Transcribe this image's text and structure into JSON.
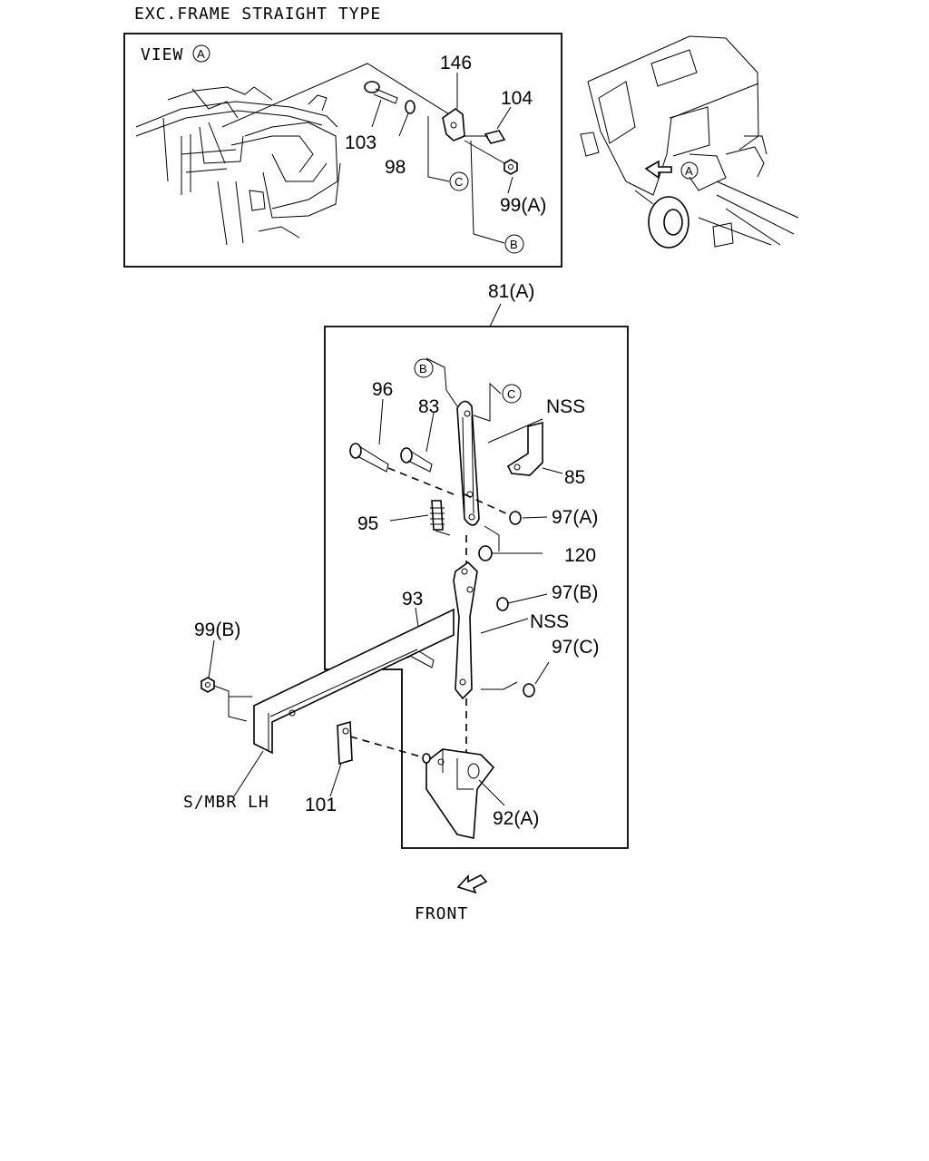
{
  "header": {
    "title": "EXC.FRAME STRAIGHT TYPE"
  },
  "view_box": {
    "title": "VIEW",
    "view_marker": "A",
    "labels": {
      "p146": "146",
      "p104": "104",
      "p103": "103",
      "p98": "98",
      "p99a": "99(A)",
      "marker_c": "C",
      "marker_b": "B"
    }
  },
  "truck_inset": {
    "marker": "A"
  },
  "assembly": {
    "group_label": "81(A)",
    "labels": {
      "marker_b": "B",
      "marker_c": "C",
      "p96": "96",
      "p83": "83",
      "nss_top": "NSS",
      "p85": "85",
      "p95": "95",
      "p97a": "97(A)",
      "p120": "120",
      "p93": "93",
      "p97b": "97(B)",
      "nss_mid": "NSS",
      "p97c": "97(C)",
      "p99b": "99(B)",
      "smbr": "S/MBR LH",
      "p101": "101",
      "p92a": "92(A)"
    }
  },
  "front": {
    "label": "FRONT"
  }
}
